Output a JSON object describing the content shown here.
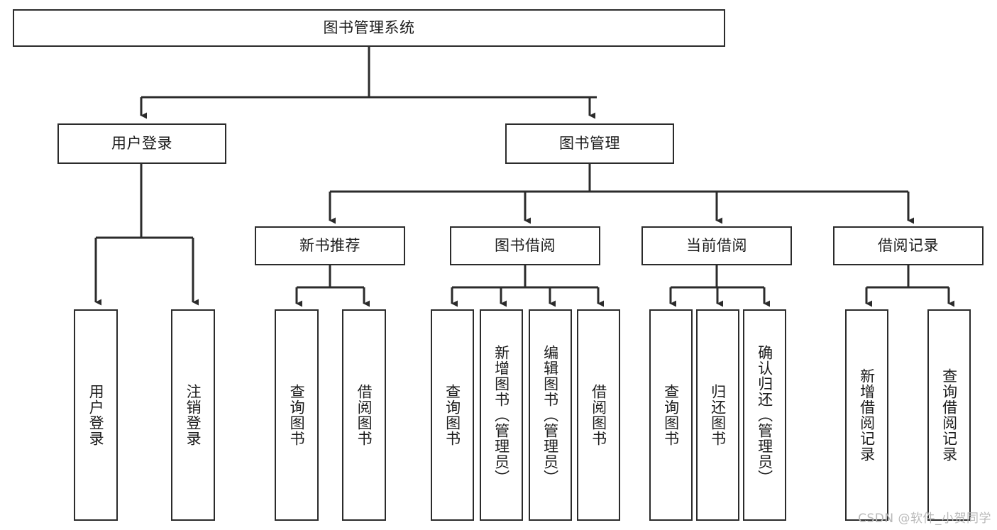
{
  "diagram": {
    "title": "图书管理系统",
    "type": "tree",
    "watermark": "CSDN @软件_小贺同学",
    "line_color": "#2b2b2b",
    "text_color": "#1c1c1c",
    "background": "#ffffff",
    "nodes": {
      "root": {
        "label": "图书管理系统",
        "orientation": "horizontal"
      },
      "l2": [
        {
          "label": "用户登录",
          "orientation": "horizontal"
        },
        {
          "label": "图书管理",
          "orientation": "horizontal"
        }
      ],
      "l3": [
        {
          "label": "新书推荐",
          "orientation": "horizontal"
        },
        {
          "label": "图书借阅",
          "orientation": "horizontal"
        },
        {
          "label": "当前借阅",
          "orientation": "horizontal"
        },
        {
          "label": "借阅记录",
          "orientation": "horizontal"
        }
      ],
      "leaves_user_login": [
        {
          "label": "用户登录",
          "orientation": "vertical"
        },
        {
          "label": "注销登录",
          "orientation": "vertical"
        }
      ],
      "leaves_new_book": [
        {
          "label": "查询图书",
          "orientation": "vertical"
        },
        {
          "label": "借阅图书",
          "orientation": "vertical"
        }
      ],
      "leaves_borrow": [
        {
          "label": "查询图书",
          "orientation": "vertical"
        },
        {
          "label": "新增图书（管理员）",
          "orientation": "vertical"
        },
        {
          "label": "编辑图书（管理员）",
          "orientation": "vertical"
        },
        {
          "label": "借阅图书",
          "orientation": "vertical"
        }
      ],
      "leaves_current": [
        {
          "label": "查询图书",
          "orientation": "vertical"
        },
        {
          "label": "归还图书",
          "orientation": "vertical"
        },
        {
          "label": "确认归还（管理员）",
          "orientation": "vertical"
        }
      ],
      "leaves_records": [
        {
          "label": "新增借阅记录",
          "orientation": "vertical"
        },
        {
          "label": "查询借阅记录",
          "orientation": "vertical"
        }
      ]
    }
  }
}
